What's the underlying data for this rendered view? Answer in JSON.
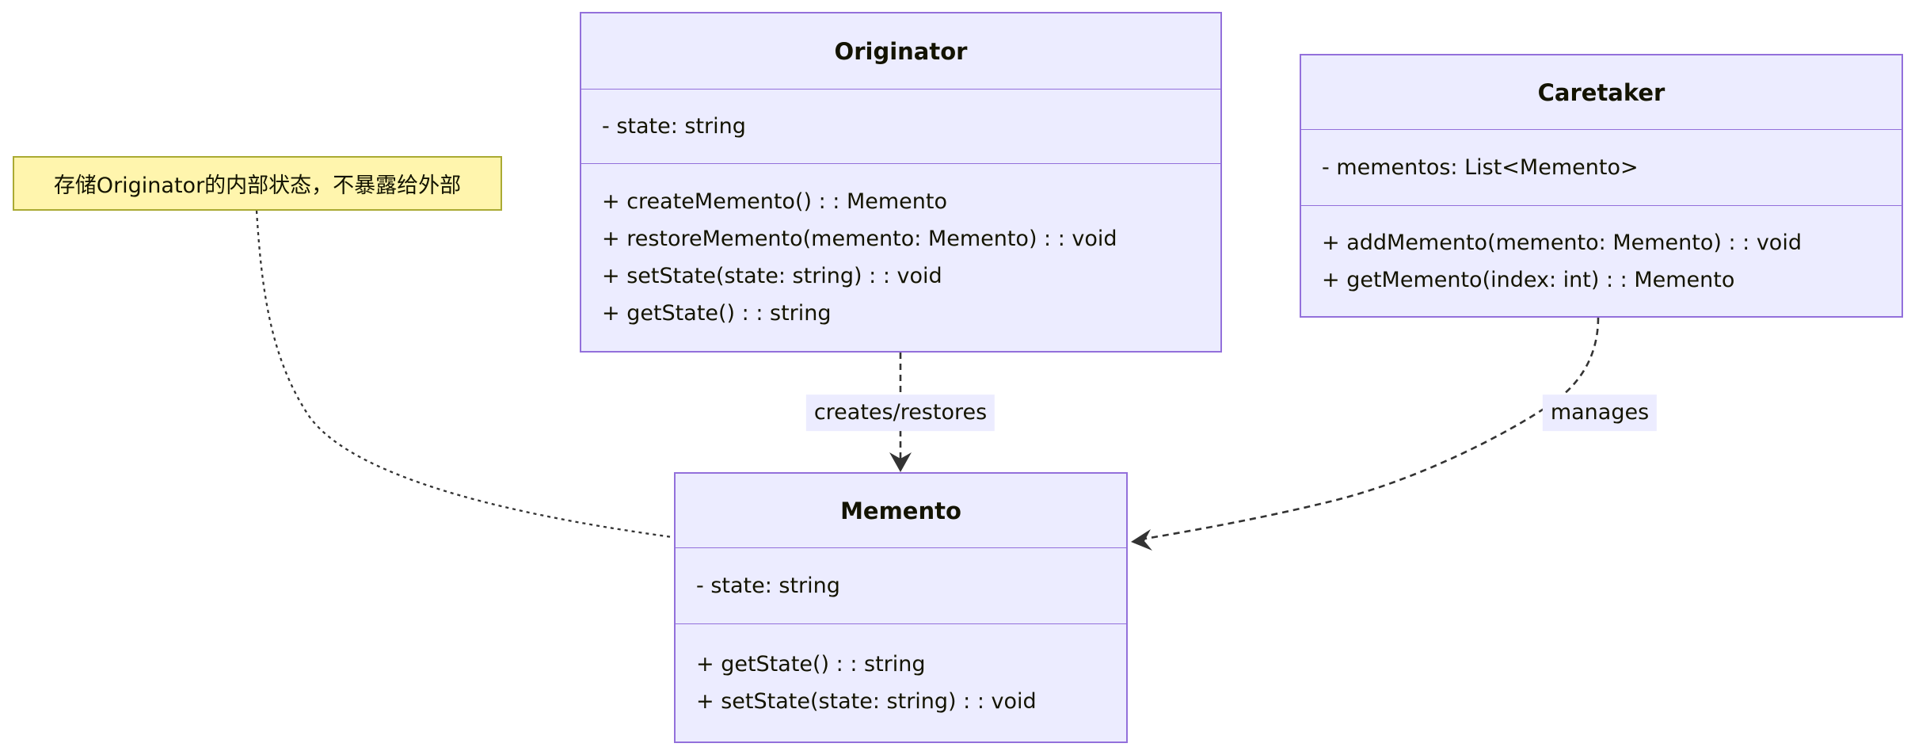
{
  "diagram": {
    "kind": "uml-class-diagram",
    "pattern": "Memento"
  },
  "note": {
    "text": "存储Originator的内部状态，不暴露给外部",
    "attached_to": "Memento"
  },
  "classes": {
    "originator": {
      "name": "Originator",
      "attributes": [
        "- state: string"
      ],
      "methods": [
        "+ createMemento() : : Memento",
        "+ restoreMemento(memento: Memento) : : void",
        "+ setState(state: string) : : void",
        "+ getState() : : string"
      ]
    },
    "caretaker": {
      "name": "Caretaker",
      "attributes": [
        "- mementos: List<Memento>"
      ],
      "methods": [
        "+ addMemento(memento: Memento) : : void",
        "+ getMemento(index: int) : : Memento"
      ]
    },
    "memento": {
      "name": "Memento",
      "attributes": [
        "- state: string"
      ],
      "methods": [
        "+ getState() : : string",
        "+ setState(state: string) : : void"
      ]
    }
  },
  "edges": {
    "originator_memento": {
      "from": "Originator",
      "to": "Memento",
      "label": "creates/restores",
      "line": "dashed",
      "arrow": "open-dependency"
    },
    "caretaker_memento": {
      "from": "Caretaker",
      "to": "Memento",
      "label": "manages",
      "line": "dashed",
      "arrow": "open-dependency"
    },
    "note_memento": {
      "from": "note",
      "to": "Memento",
      "label": "",
      "line": "dotted",
      "arrow": "none"
    }
  },
  "colors": {
    "class_fill": "#ECECFF",
    "class_border": "#9370DB",
    "note_fill": "#FFF5AD",
    "note_border": "#AAAA33",
    "edge_color": "#333333",
    "edge_label_bg": "#ECECFF",
    "text_color": "#131300"
  }
}
